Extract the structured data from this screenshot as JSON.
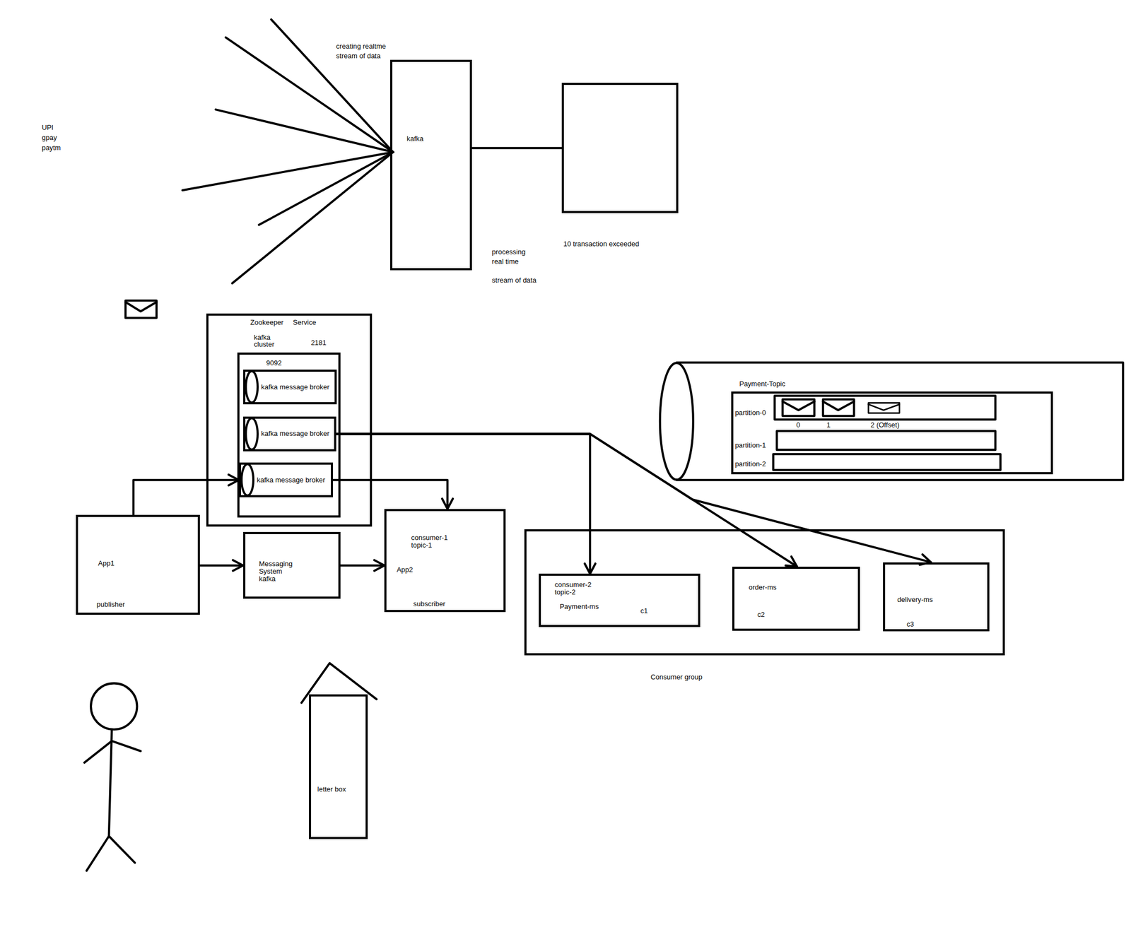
{
  "diagram": {
    "nodes": [
      {
        "text": [
          "kafka"
        ]
      },
      {
        "text": [
          "10 transaction exceeded"
        ]
      },
      {
        "text": [
          "Zookeeper Service",
          "2181"
        ]
      },
      {
        "text": [
          "kafka cluster",
          "9092"
        ],
        "in": 2
      },
      {
        "text": [
          "kafka message broker"
        ],
        "in": 3
      },
      {
        "text": [
          "kafka message broker"
        ],
        "in": 3
      },
      {
        "text": [
          "kafka message broker"
        ],
        "in": 3
      },
      {
        "text": [
          "Payment-Topic"
        ]
      },
      {
        "text": [
          "App1",
          "publisher"
        ]
      },
      {
        "text": [
          "Messaging System kafka"
        ]
      },
      {
        "text": [
          "consumer-1 topic-1",
          "App2",
          "subscriber"
        ]
      },
      {
        "text": [
          "Consumer group"
        ]
      },
      {
        "text": [
          "consumer-2 topic-2",
          "Payment-ms",
          "c1"
        ],
        "in": 11
      },
      {
        "text": [
          "order-ms",
          "c2"
        ],
        "in": 11
      },
      {
        "text": [
          "delivery-ms",
          "c3"
        ],
        "in": 11
      },
      {
        "text": [
          "letter box"
        ]
      }
    ],
    "edges": [
      {
        "from": 0,
        "to": 1,
        "arrow": "none"
      },
      {
        "from": 8,
        "to": 6,
        "arrow": "to"
      },
      {
        "from": 8,
        "to": 9,
        "arrow": "to"
      },
      {
        "from": 9,
        "to": 10,
        "arrow": "to"
      },
      {
        "from": 6,
        "to": 10,
        "arrow": "to"
      },
      {
        "from": 5,
        "to": 12,
        "arrow": "to"
      },
      {
        "from": 5,
        "to": 13,
        "arrow": "to"
      },
      {
        "from": 5,
        "to": 14,
        "arrow": "to"
      }
    ],
    "labels": [
      "UPI",
      "gpay",
      "paytm",
      "creating realtme stream of data",
      "processing real time",
      "stream of data",
      "partition-0",
      "partition-1",
      "partition-2",
      "0",
      "1",
      "2 (Offset)"
    ]
  }
}
